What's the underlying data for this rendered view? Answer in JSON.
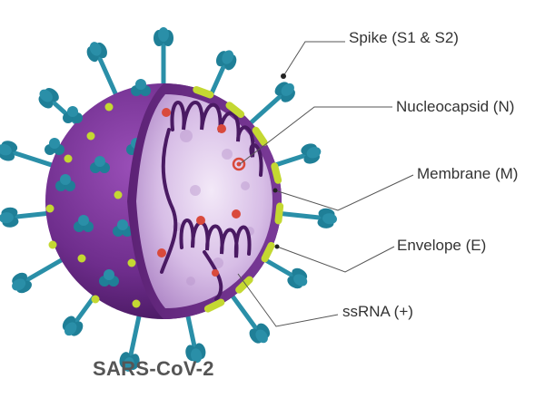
{
  "title": "SARS-CoV-2",
  "labels": {
    "spike": "Spike (S1 & S2)",
    "nucleocapsid": "Nucleocapsid (N)",
    "membrane": "Membrane (M)",
    "envelope": "Envelope (E)",
    "ssrna": "ssRNA (+)"
  },
  "colors": {
    "capsid_outer": "#6a2a86",
    "capsid_inner": "#c8a6dc",
    "spike": "#2a8fa8",
    "spike_head": "#1f7f97",
    "envelope_protein": "#c4d832",
    "rna": "#4a1a63",
    "nucleocapsid_dot": "#d94a3c",
    "leader_line": "#555555"
  }
}
